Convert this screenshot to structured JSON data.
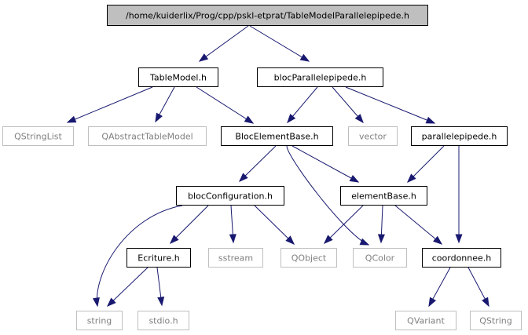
{
  "colors": {
    "root_fill": "#bfbfbf",
    "internal_border": "#000000",
    "external_border": "#bfbfbf",
    "external_text": "#7f7f7f",
    "edge": "#191970"
  },
  "nodes": [
    {
      "id": "root",
      "label": "/home/kuiderlix/Prog/cpp/pskl-etprat/TableModelParallelepipede.h",
      "kind": "root"
    },
    {
      "id": "tablemodel",
      "label": "TableModel.h",
      "kind": "internal"
    },
    {
      "id": "blocpar",
      "label": "blocParallelepipede.h",
      "kind": "internal"
    },
    {
      "id": "qstringlist",
      "label": "QStringList",
      "kind": "external"
    },
    {
      "id": "qabstract",
      "label": "QAbstractTableModel",
      "kind": "external"
    },
    {
      "id": "blocelem",
      "label": "BlocElementBase.h",
      "kind": "internal"
    },
    {
      "id": "vector",
      "label": "vector",
      "kind": "external"
    },
    {
      "id": "parallelepipede",
      "label": "parallelepipede.h",
      "kind": "internal"
    },
    {
      "id": "blocconf",
      "label": "blocConfiguration.h",
      "kind": "internal"
    },
    {
      "id": "elementbase",
      "label": "elementBase.h",
      "kind": "internal"
    },
    {
      "id": "ecriture",
      "label": "Ecriture.h",
      "kind": "internal"
    },
    {
      "id": "sstream",
      "label": "sstream",
      "kind": "external"
    },
    {
      "id": "qobject",
      "label": "QObject",
      "kind": "external"
    },
    {
      "id": "qcolor",
      "label": "QColor",
      "kind": "external"
    },
    {
      "id": "coordonnee",
      "label": "coordonnee.h",
      "kind": "internal"
    },
    {
      "id": "string",
      "label": "string",
      "kind": "external"
    },
    {
      "id": "stdio",
      "label": "stdio.h",
      "kind": "external"
    },
    {
      "id": "qvariant",
      "label": "QVariant",
      "kind": "external"
    },
    {
      "id": "qstring",
      "label": "QString",
      "kind": "external"
    }
  ],
  "edges": [
    [
      "root",
      "tablemodel"
    ],
    [
      "root",
      "blocpar"
    ],
    [
      "tablemodel",
      "qstringlist"
    ],
    [
      "tablemodel",
      "qabstract"
    ],
    [
      "tablemodel",
      "blocelem"
    ],
    [
      "blocpar",
      "blocelem"
    ],
    [
      "blocpar",
      "vector"
    ],
    [
      "blocpar",
      "parallelepipede"
    ],
    [
      "blocelem",
      "blocconf"
    ],
    [
      "blocelem",
      "elementbase"
    ],
    [
      "blocelem",
      "qcolor"
    ],
    [
      "parallelepipede",
      "elementbase"
    ],
    [
      "parallelepipede",
      "coordonnee"
    ],
    [
      "blocconf",
      "string"
    ],
    [
      "blocconf",
      "ecriture"
    ],
    [
      "blocconf",
      "sstream"
    ],
    [
      "blocconf",
      "qobject"
    ],
    [
      "elementbase",
      "qobject"
    ],
    [
      "elementbase",
      "qcolor"
    ],
    [
      "elementbase",
      "coordonnee"
    ],
    [
      "ecriture",
      "string"
    ],
    [
      "ecriture",
      "stdio"
    ],
    [
      "coordonnee",
      "qvariant"
    ],
    [
      "coordonnee",
      "qstring"
    ]
  ]
}
